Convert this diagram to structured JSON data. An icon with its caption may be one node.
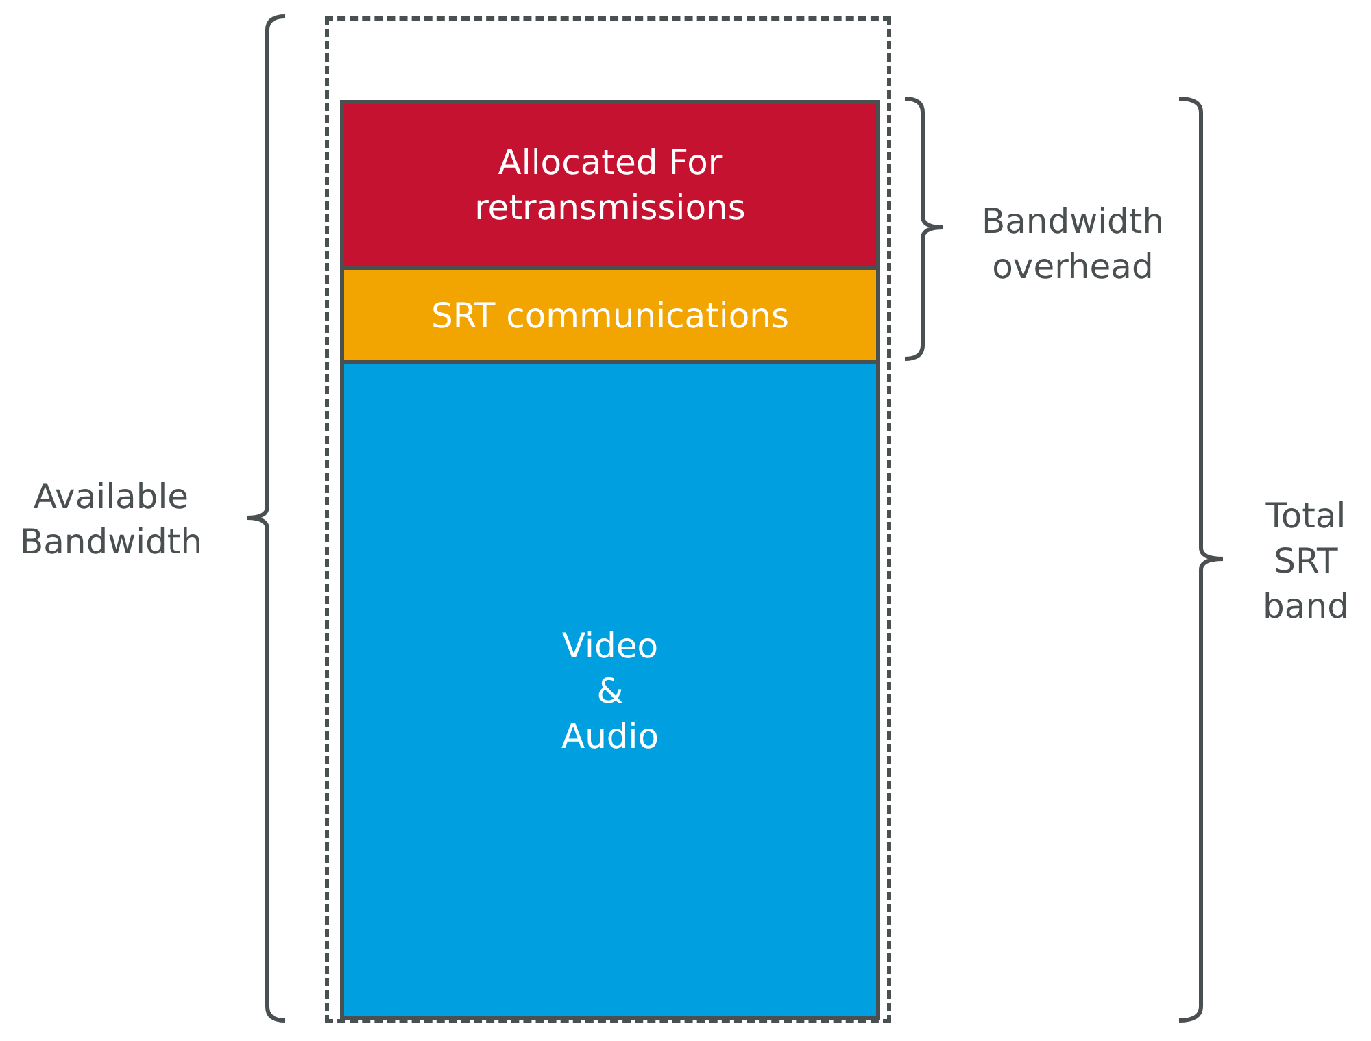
{
  "diagram": {
    "nodes": [
      {
        "text": [],
        "shape": "box"
      },
      {
        "text": [
          "Allocated For retransmissions"
        ],
        "in": 0
      },
      {
        "text": [
          "SRT communications"
        ],
        "in": 0
      },
      {
        "text": [
          "Video & Audio"
        ],
        "in": 0
      }
    ],
    "edges": [],
    "labels": [
      "Available Bandwidth",
      "Bandwidth overhead",
      "Total SRT band"
    ]
  }
}
